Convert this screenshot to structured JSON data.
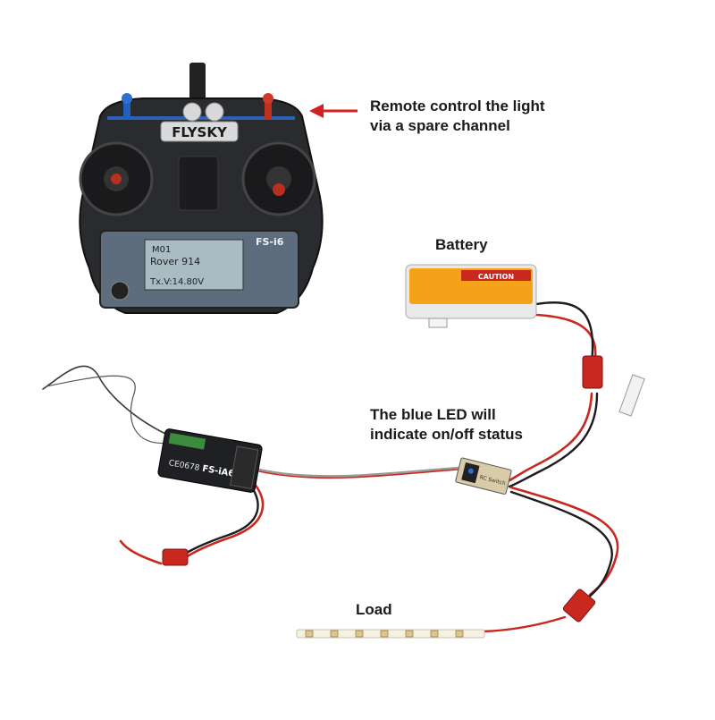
{
  "annotations": {
    "remote": {
      "line1": "Remote control the light",
      "line2": "via a spare channel"
    },
    "battery": "Battery",
    "led": {
      "line1": "The blue LED will",
      "line2": "indicate on/off status"
    },
    "load": "Load"
  },
  "transmitter": {
    "brand": "FLYSKY",
    "model": "FS-i6",
    "screen_line1": "M01",
    "screen_line2": "Rover 914",
    "screen_line3": "Tx.V:14.80V"
  },
  "battery_pack": {
    "caution": "CAUTION"
  },
  "receiver": {
    "model": "FS-iA6B",
    "cert": "CE0678"
  },
  "switch_module": {
    "label": "RC Switch"
  },
  "colors": {
    "wire_red": "#c8281e",
    "wire_black": "#1c1c1c",
    "arrow_red": "#d42020",
    "battery_label": "#f3a21a"
  }
}
